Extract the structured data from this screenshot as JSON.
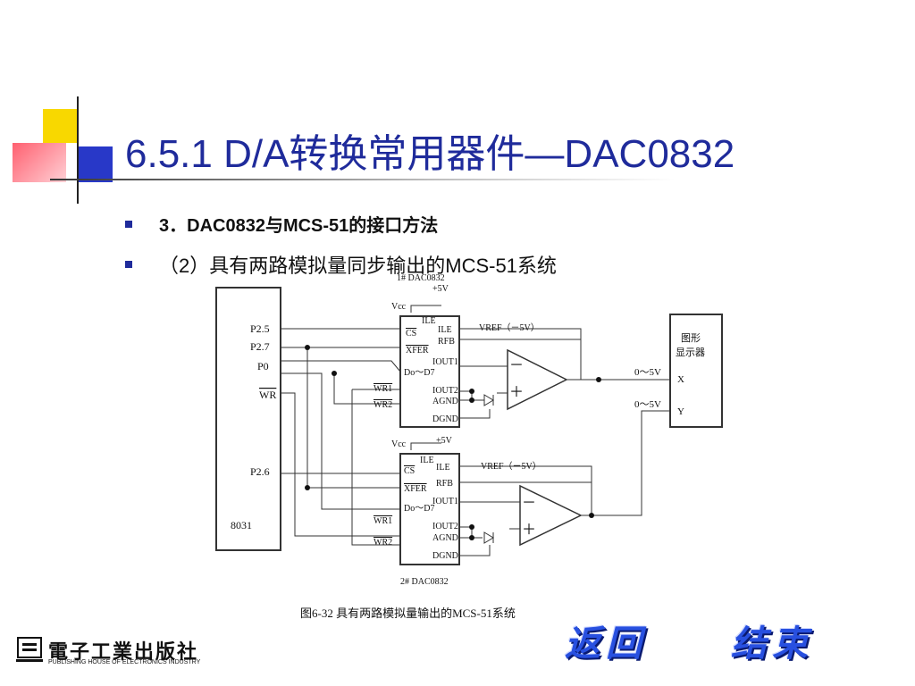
{
  "slide": {
    "title": "6.5.1  D/A转换常用器件—DAC0832",
    "bullets": [
      "3．DAC0832与MCS-51的接口方法",
      "（2）具有两路模拟量同步输出的MCS-51系统"
    ],
    "caption": "图6-32 具有两路模拟量输出的MCS-51系统",
    "nav": {
      "back": "返回",
      "end": "结束"
    },
    "publisher": {
      "cn": "電子工業出版社",
      "en": "PUBLISHING HOUSE OF ELECTRONICS INDUSTRY"
    }
  },
  "circuit": {
    "cpu": {
      "name": "8031",
      "pins": {
        "p25": "P2.5",
        "p27": "P2.7",
        "p0": "P0",
        "wr": "WR",
        "p26": "P2.6"
      }
    },
    "dac1": {
      "label_top": "1#  DAC0832",
      "supply": "+5V",
      "vcc": "Vcc",
      "pins_left": [
        "ILE",
        "CS",
        "XFER",
        "Do～D7",
        "WR1",
        "WR2"
      ],
      "pins_right": [
        "ILE",
        "RFB",
        "IOUT1",
        "IOUT2",
        "AGND",
        "DGND"
      ],
      "vref": "VREF（－5V）"
    },
    "dac2": {
      "label_bottom": "2#  DAC0832",
      "supply": "+5V",
      "vcc": "Vcc",
      "pins_left": [
        "ILE",
        "CS",
        "XFER",
        "Do～D7",
        "WR1",
        "WR2"
      ],
      "pins_right": [
        "ILE",
        "RFB",
        "IOUT1",
        "IOUT2",
        "AGND",
        "DGND"
      ],
      "vref": "VREF（－5V）"
    },
    "opamp": {
      "minus": "－",
      "plus": "＋"
    },
    "display": {
      "name_line1": "图形",
      "name_line2": "显示器",
      "x": "X",
      "y": "Y",
      "range_x": "0～5V",
      "range_y": "0～5V"
    }
  }
}
